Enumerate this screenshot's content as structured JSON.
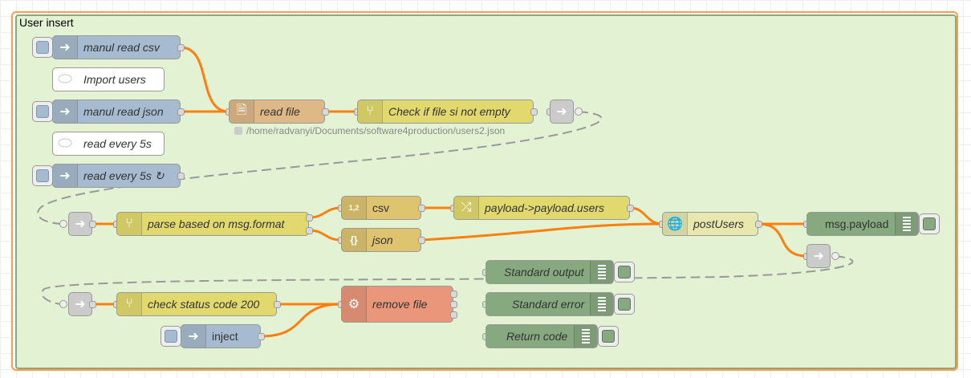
{
  "group": {
    "label": "User insert"
  },
  "nodes": {
    "manul_read_csv": {
      "label": "manul read csv"
    },
    "import_users": {
      "label": "Import users"
    },
    "manul_read_json": {
      "label": "manul read json"
    },
    "read_every_5s_comment": {
      "label": "read every 5s"
    },
    "read_every_5s_inject": {
      "label": "read every 5s ↻"
    },
    "read_file": {
      "label": "read file",
      "status": "/home/radvanyi/Documents/software4production/users2.json"
    },
    "check_file": {
      "label": "Check if file si not empty"
    },
    "parse_format": {
      "label": "parse based on msg.format"
    },
    "csv": {
      "label": "csv",
      "icon_text": "1,2"
    },
    "json": {
      "label": "json",
      "icon_text": "{}"
    },
    "payload_users": {
      "label": "payload->payload.users"
    },
    "post_users": {
      "label": "postUsers"
    },
    "msg_payload": {
      "label": "msg.payload"
    },
    "standard_output": {
      "label": "Standard output"
    },
    "standard_error": {
      "label": "Standard error"
    },
    "return_code": {
      "label": "Return code"
    },
    "check_status": {
      "label": "check status code 200"
    },
    "remove_file": {
      "label": "remove file"
    },
    "inject": {
      "label": "inject"
    }
  },
  "colors": {
    "inject": "#a6bbcf",
    "comment": "#ffffff",
    "file": "#deb887",
    "switch": "#e2d96e",
    "link": "#dddddd",
    "http_request": "#e7e7ae",
    "debug": "#87a980",
    "parser": "#dec46f",
    "exec": "#e9967a",
    "wire": "#ff7f0e",
    "group_border": "#ff9d4a",
    "group_fill": "#e3f2d3"
  },
  "icons": {
    "inject": "arrow-in-icon",
    "comment": "comment-icon",
    "file": "file-icon",
    "switch": "switch-icon",
    "link": "link-out-icon",
    "http_request": "globe-icon",
    "debug": "debug-list-icon",
    "csv": "csv-parser-icon",
    "json": "json-parser-icon",
    "exec": "gear-icon"
  }
}
